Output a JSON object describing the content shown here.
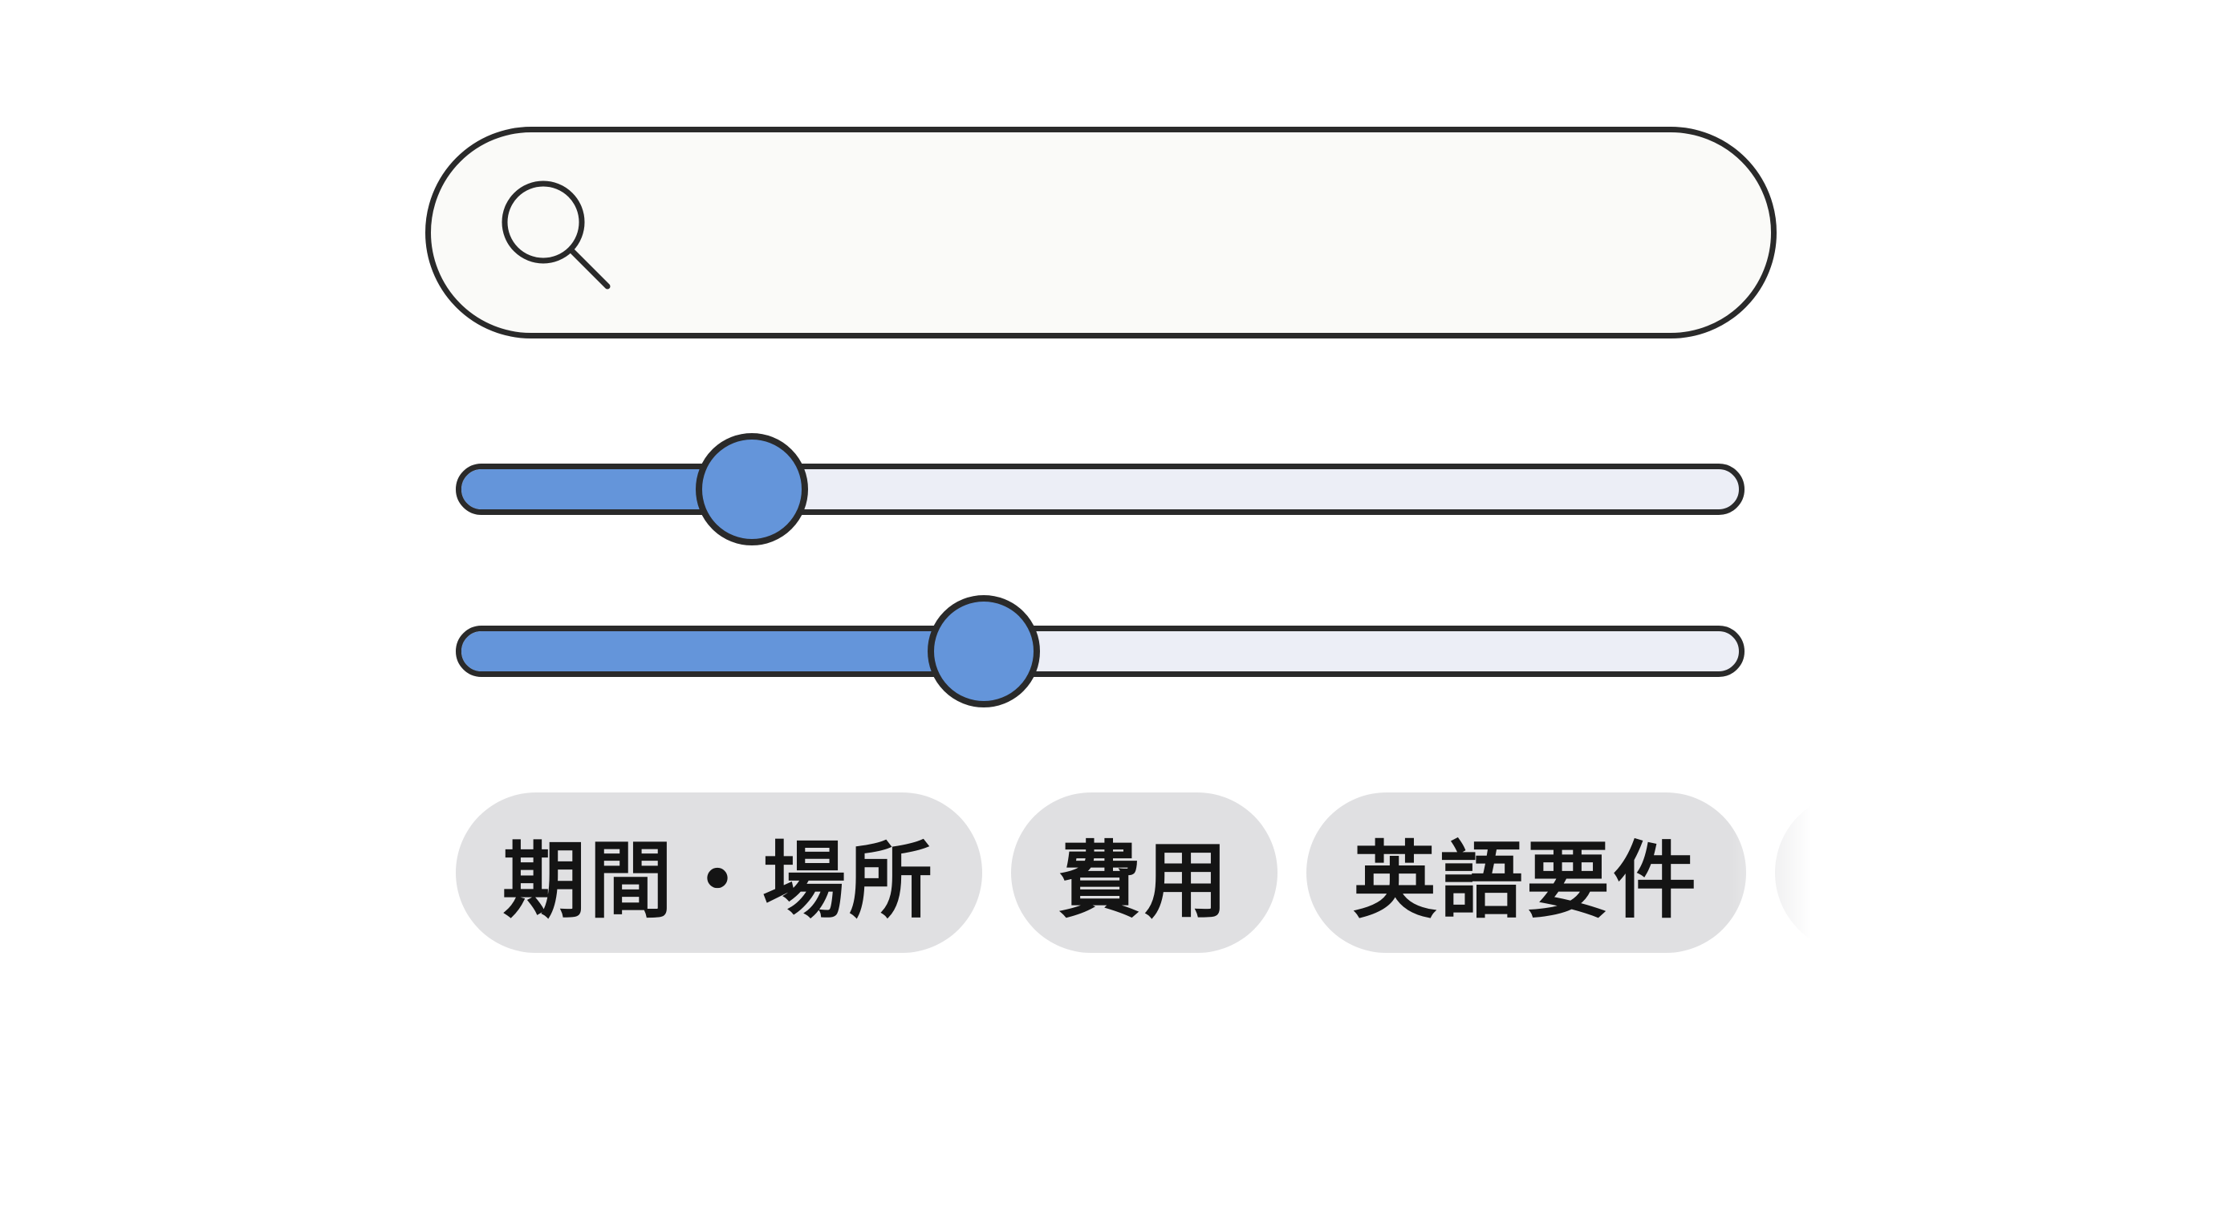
{
  "search": {
    "value": "",
    "placeholder": ""
  },
  "sliders": [
    {
      "name": "range-slider-1",
      "value_percent": 23
    },
    {
      "name": "range-slider-2",
      "value_percent": 41
    }
  ],
  "chips": [
    {
      "label": "期間・場所"
    },
    {
      "label": "費用"
    },
    {
      "label": "英語要件"
    },
    {
      "label": ""
    }
  ],
  "colors": {
    "accent": "#6495da",
    "track": "#eceef6",
    "outline": "#2a2a2a",
    "chip_bg": "#e0e0e2",
    "search_bg": "#fafaf8"
  },
  "icons": {
    "search": "search-icon"
  }
}
